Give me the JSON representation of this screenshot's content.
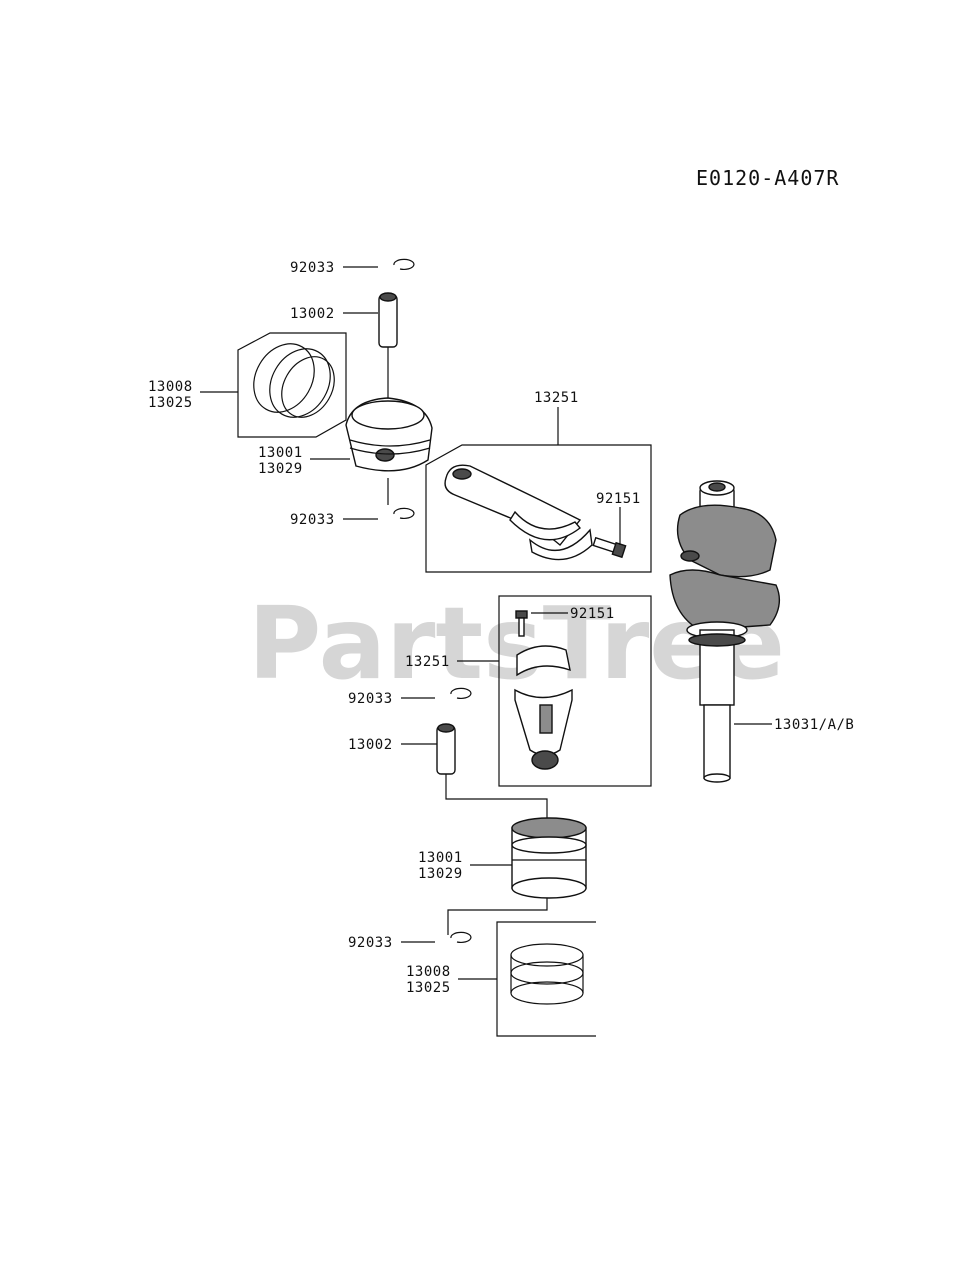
{
  "diagram_code": "E0120-A407R",
  "watermark": "PartsTree",
  "callouts": {
    "ring_upper": "92033",
    "pin_upper": "13002",
    "rings_upper_a": "13008",
    "rings_upper_b": "13025",
    "piston_upper_a": "13001",
    "piston_upper_b": "13029",
    "ring_upper_lower": "92033",
    "conrod_upper": "13251",
    "bolt_upper": "92151",
    "bolt_lower": "92151",
    "conrod_lower": "13251",
    "ring_lower_top": "92033",
    "pin_lower": "13002",
    "crankshaft": "13031/A/B",
    "piston_lower_a": "13001",
    "piston_lower_b": "13029",
    "ring_lower_bottom": "92033",
    "rings_lower_a": "13008",
    "rings_lower_b": "13025"
  }
}
